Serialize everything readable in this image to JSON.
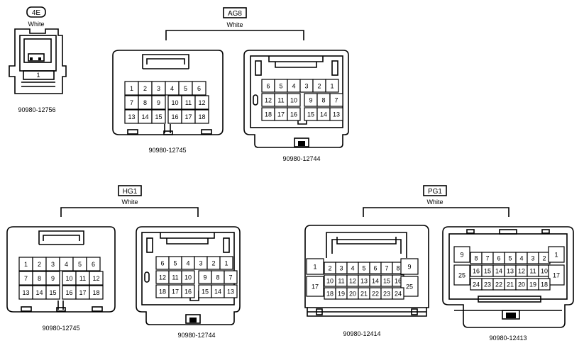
{
  "connectors": [
    {
      "id": "4e",
      "tag": "4E",
      "color": "White",
      "parts": [
        {
          "part_no": "90980-12756",
          "pins": [
            "1"
          ]
        }
      ]
    },
    {
      "id": "ag8",
      "tag": "AG8",
      "color": "White",
      "parts": [
        {
          "part_no": "90980-12745",
          "pins": [
            "1",
            "2",
            "3",
            "4",
            "5",
            "6",
            "7",
            "8",
            "9",
            "10",
            "11",
            "12",
            "13",
            "14",
            "15",
            "16",
            "17",
            "18"
          ]
        },
        {
          "part_no": "90980-12744",
          "pins": [
            "6",
            "5",
            "4",
            "3",
            "2",
            "1",
            "12",
            "11",
            "10",
            "9",
            "8",
            "7",
            "18",
            "17",
            "16",
            "15",
            "14",
            "13"
          ]
        }
      ]
    },
    {
      "id": "hg1",
      "tag": "HG1",
      "color": "White",
      "parts": [
        {
          "part_no": "90980-12745",
          "pins": [
            "1",
            "2",
            "3",
            "4",
            "5",
            "6",
            "7",
            "8",
            "9",
            "10",
            "11",
            "12",
            "13",
            "14",
            "15",
            "16",
            "17",
            "18"
          ]
        },
        {
          "part_no": "90980-12744",
          "pins": [
            "6",
            "5",
            "4",
            "3",
            "2",
            "1",
            "12",
            "11",
            "10",
            "9",
            "8",
            "7",
            "18",
            "17",
            "16",
            "15",
            "14",
            "13"
          ]
        }
      ]
    },
    {
      "id": "pg1",
      "tag": "PG1",
      "color": "White",
      "parts": [
        {
          "part_no": "90980-12414",
          "pins": [
            "1",
            "2",
            "3",
            "4",
            "5",
            "6",
            "7",
            "8",
            "9",
            "10",
            "11",
            "12",
            "13",
            "14",
            "15",
            "16",
            "17",
            "18",
            "19",
            "20",
            "21",
            "22",
            "23",
            "24",
            "25"
          ]
        },
        {
          "part_no": "90980-12413",
          "pins": [
            "9",
            "8",
            "7",
            "6",
            "5",
            "4",
            "3",
            "2",
            "1",
            "25",
            "16",
            "15",
            "14",
            "13",
            "12",
            "11",
            "10",
            "17",
            "24",
            "23",
            "22",
            "21",
            "20",
            "19",
            "18"
          ]
        }
      ]
    }
  ]
}
